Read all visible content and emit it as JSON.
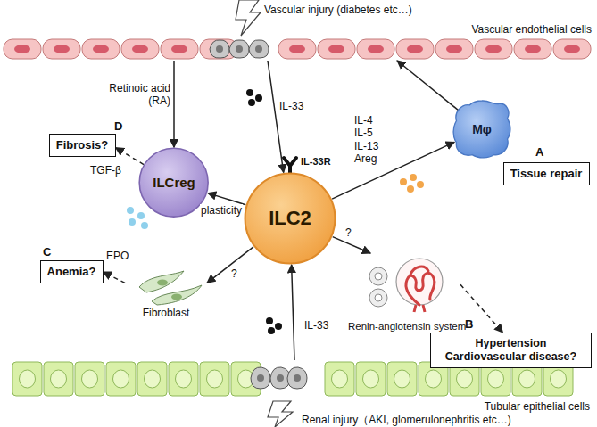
{
  "diagram": {
    "nodes": [
      {
        "text": [
          "Vascular endothelial cells"
        ]
      },
      {
        "text": [
          "ILCreg"
        ]
      },
      {
        "text": [
          "ILC2"
        ]
      },
      {
        "text": [
          "Mφ"
        ]
      },
      {
        "text": [
          "Tissue repair"
        ]
      },
      {
        "text": [
          "Fibroblast"
        ]
      },
      {
        "text": [
          "Renin-angiotensin system"
        ]
      },
      {
        "text": [
          "Anemia?"
        ]
      },
      {
        "text": [
          "Hypertension Cardiovascular disease?"
        ]
      },
      {
        "text": [
          "Fibrosis?"
        ]
      },
      {
        "text": [
          "Tubular epithelial cells"
        ]
      }
    ],
    "edges": [
      {
        "from": 0,
        "to": 2,
        "label": "IL-33",
        "arrow": "to"
      },
      {
        "from": 10,
        "to": 2,
        "label": "IL-33",
        "arrow": "to"
      },
      {
        "from": 0,
        "to": 1,
        "label": "Retinoic acid (RA)",
        "arrow": "to"
      },
      {
        "from": 2,
        "to": 1,
        "label": "plasticity",
        "arrow": "to"
      },
      {
        "from": 3,
        "to": 0,
        "arrow": "to"
      },
      {
        "from": 2,
        "to": 3,
        "label": "IL-4 IL-5 IL-13 Areg",
        "arrow": "to"
      },
      {
        "from": 2,
        "to": 5,
        "label": "?",
        "arrow": "to"
      },
      {
        "from": 2,
        "to": 6,
        "label": "?",
        "arrow": "to"
      },
      {
        "from": 5,
        "to": 7,
        "label": "EPO",
        "arrow": "to"
      },
      {
        "from": 6,
        "to": 8,
        "arrow": "to"
      },
      {
        "from": 1,
        "to": 9,
        "label": "TGF-β",
        "arrow": "to"
      }
    ],
    "labels": [
      "Vascular injury (diabetes etc…)",
      "D",
      "IL-33R",
      "A",
      "C",
      "B",
      "Renal injury（AKI, glomerulonephritis etc…)"
    ]
  }
}
